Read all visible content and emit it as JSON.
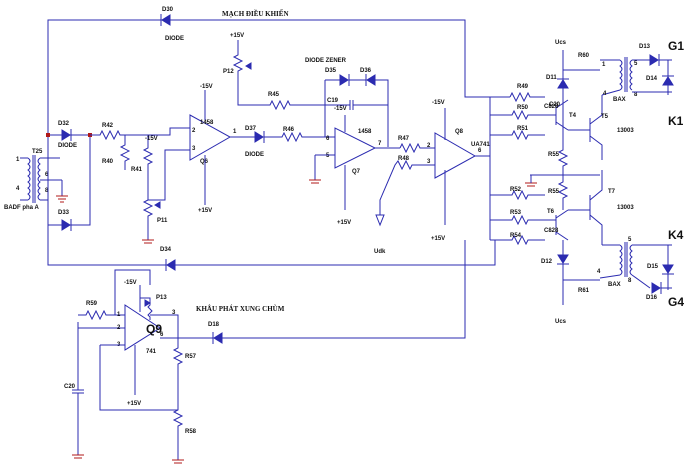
{
  "titles": {
    "control": "MẠCH ĐIỀU KHIỂN",
    "burst": "KHÂU PHÁT XUNG CHÙM"
  },
  "terminals": {
    "g1": "G1",
    "k1": "K1",
    "k4": "K4",
    "g4": "G4"
  },
  "input_label": "BADF pha A",
  "opamps": {
    "q6": "Q6",
    "q7": "Q7",
    "q8": "Q8",
    "q9": "Q9",
    "q6_type": "1458",
    "q7_type": "1458",
    "q8_type": "UA741",
    "q9_type": "741"
  },
  "transformers": {
    "t25": "T25",
    "bax1": "BAX",
    "bax2": "BAX"
  },
  "transistors": {
    "t4": "T4",
    "t5": "T5",
    "t6": "T6",
    "t7": "T7",
    "t4_type": "C828",
    "t5_type": "13003",
    "t6_type": "C828",
    "t7_type": "13003"
  },
  "diodes": {
    "d30": "D30",
    "d30_type": "DIODE",
    "d32": "D32",
    "d32_type": "DIODE",
    "d33": "D33",
    "d34": "D34",
    "d37": "D37",
    "d37_type": "DIODE",
    "d35": "D35",
    "d36": "D36",
    "zener": "DIODE ZENER",
    "d11": "D11",
    "d12": "D12",
    "d13": "D13",
    "d14": "D14",
    "d15": "D15",
    "d16": "D16",
    "d18": "D18"
  },
  "resistors": {
    "r40": "R40",
    "r41": "R41",
    "r42": "R42",
    "r45": "R45",
    "r46": "R46",
    "r47": "R47",
    "r48": "R48",
    "r49": "R49",
    "r50": "R50",
    "r51": "R51",
    "r52": "R52",
    "r53": "R53",
    "r54": "R54",
    "r55": "R55",
    "r56": "R56",
    "r57": "R57",
    "r58": "R58",
    "r59": "R59",
    "r60": "R60",
    "r61": "R61"
  },
  "pots": {
    "p11": "P11",
    "p12": "P12",
    "p13": "P13"
  },
  "caps": {
    "c19": "C19",
    "c20": "C20"
  },
  "supplies": {
    "pos": "+15V",
    "neg": "-15V",
    "ucs": "Ucs",
    "udk": "Udk"
  },
  "pins": {
    "p1": "1",
    "p2": "2",
    "p3": "3",
    "p4": "4",
    "p5": "5",
    "p6": "6",
    "p7": "7",
    "p8": "8"
  }
}
